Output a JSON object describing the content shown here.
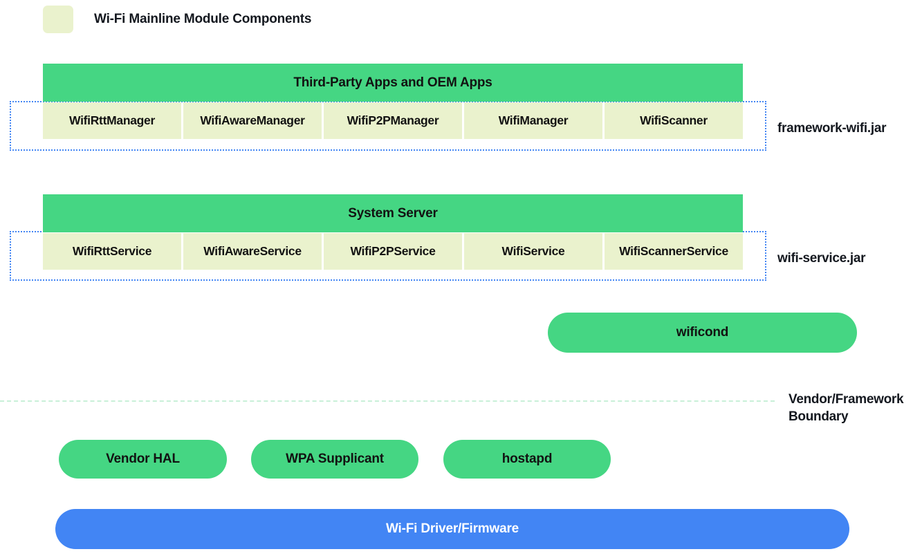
{
  "legend": {
    "swatch_name": "module-swatch",
    "swatch_color": "#eaf2cd",
    "label": "Wi-Fi Mainline Module Components"
  },
  "colors": {
    "green": "#45d683",
    "pale_green": "#eaf2cd",
    "blue": "#4285f4",
    "outline_blue": "#4285f4",
    "boundary_mint": "#c8f0d8",
    "text_dark": "#121212",
    "text_light": "#ffffff"
  },
  "layers": {
    "framework": {
      "header": "Third-Party Apps and OEM Apps",
      "cells": [
        "WifiRttManager",
        "WifiAwareManager",
        "WifiP2PManager",
        "WifiManager",
        "WifiScanner"
      ],
      "jar_label": "framework-wifi.jar"
    },
    "system_server": {
      "header": "System Server",
      "cells": [
        "WifiRttService",
        "WifiAwareService",
        "WifiP2PService",
        "WifiService",
        "WifiScannerService"
      ],
      "jar_label": "wifi-service.jar"
    }
  },
  "native": {
    "wificond": "wificond"
  },
  "boundary": {
    "label": "Vendor/Framework Boundary"
  },
  "vendor": {
    "items": [
      "Vendor HAL",
      "WPA Supplicant",
      "hostapd"
    ]
  },
  "driver": {
    "label": "Wi-Fi Driver/Firmware"
  }
}
